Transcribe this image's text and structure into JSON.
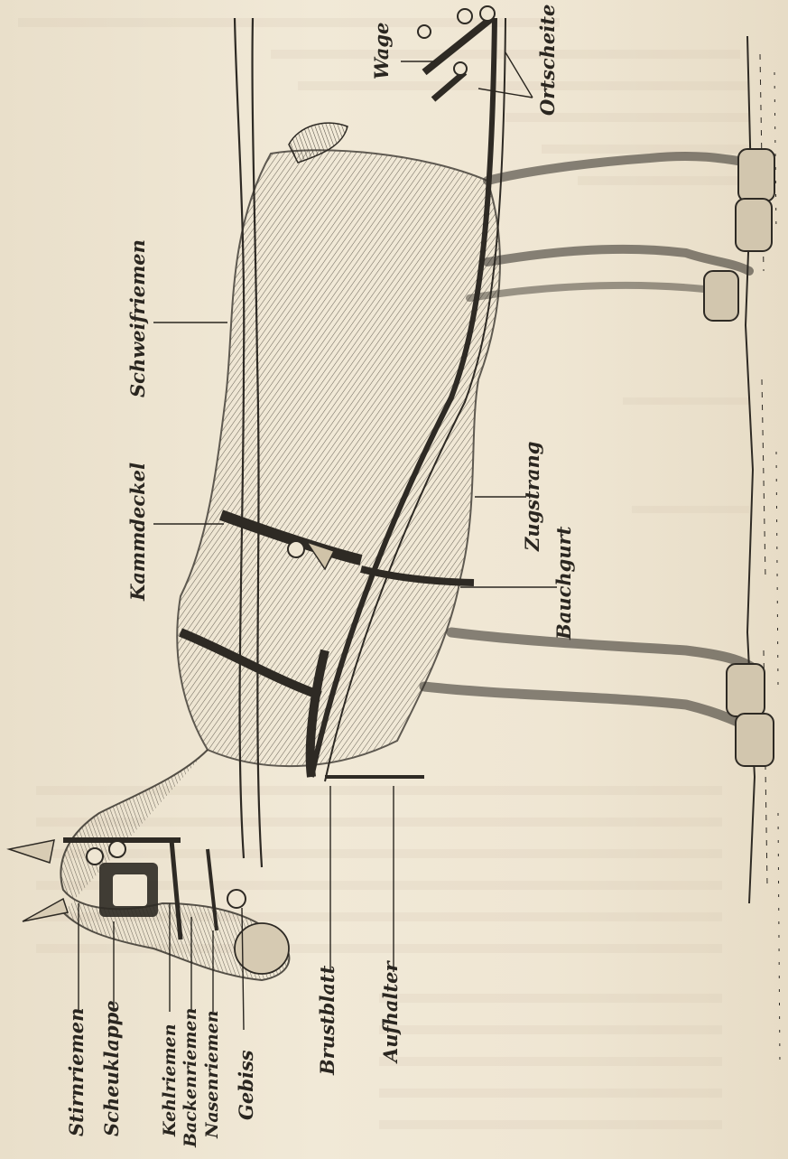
{
  "labels": {
    "wage": "Wage",
    "ortscheite": "Ortscheite",
    "schweifriemen": "Schweifriemen",
    "kammdeckel": "Kammdeckel",
    "zugstrang": "Zugstrang",
    "bauchgurt": "Bauchgurt",
    "brustblatt": "Brustblatt",
    "aufhalter": "Aufhalter",
    "stirnriemen": "Stirnriemen",
    "scheuklappe": "Scheuklappe",
    "kehlriemen": "Kehlriemen",
    "backenriemen": "Backenriemen",
    "nasenriemen": "Nasenriemen",
    "gebiss": "Gebiss"
  },
  "colors": {
    "paper": "#efe6d3",
    "ink": "#2e2a24"
  }
}
